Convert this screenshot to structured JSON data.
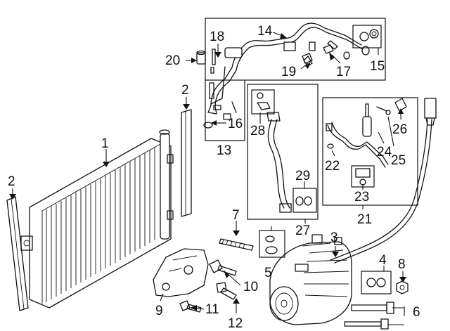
{
  "callouts": {
    "c1": "1",
    "c2a": "2",
    "c2b": "2",
    "c3": "3",
    "c4": "4",
    "c5": "5",
    "c6": "6",
    "c7": "7",
    "c8": "8",
    "c9": "9",
    "c10": "10",
    "c11": "11",
    "c12": "12",
    "c13": "13",
    "c14": "14",
    "c15": "15",
    "c16": "16",
    "c17": "17",
    "c18": "18",
    "c19": "19",
    "c20": "20",
    "c21": "21",
    "c22": "22",
    "c23": "23",
    "c24": "24",
    "c25": "25",
    "c26": "26",
    "c27": "27",
    "c28": "28",
    "c29": "29"
  }
}
